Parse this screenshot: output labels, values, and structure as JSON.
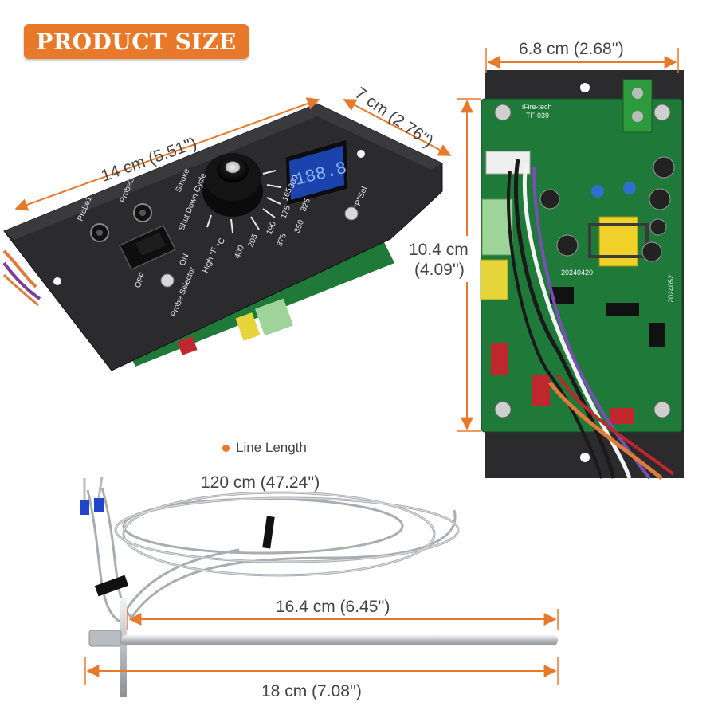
{
  "badge": {
    "title": "PRODUCT SIZE"
  },
  "dimensions": {
    "panel_length": "14 cm (5.51'')",
    "panel_width": "7 cm (2.76'')",
    "pcb_width": "6.8 cm (2.68'')",
    "pcb_height_cm": "10.4 cm",
    "pcb_height_in": "(4.09'')",
    "line_length_value": "120 cm (47.24'')",
    "probe_rod": "16.4 cm (6.45'')",
    "probe_total": "18 cm (7.08'')"
  },
  "legend": {
    "label": "Line Length"
  },
  "panel_labels": {
    "display": "188.8",
    "probe1": "Probe1",
    "probe2": "Probe2",
    "smoke": "Smoke",
    "shutdown": "Shut Down Cycle",
    "off": "OFF",
    "on": "ON",
    "high": "High °F",
    "celsius": "°C",
    "psel": "\"P\"Sel",
    "probe_selector": "Probe Selector",
    "temps": [
      "400",
      "205",
      "375",
      "190",
      "350",
      "175",
      "325",
      "165",
      "300"
    ]
  },
  "pcb_labels": {
    "brand": "iFire-tech",
    "model": "TF-039",
    "date1": "20240420",
    "date2": "20240521"
  },
  "colors": {
    "accent": "#e8792a",
    "panel": "#2b2b2e",
    "pcb": "#1f7a3a",
    "probe": "#c9ccd0"
  }
}
